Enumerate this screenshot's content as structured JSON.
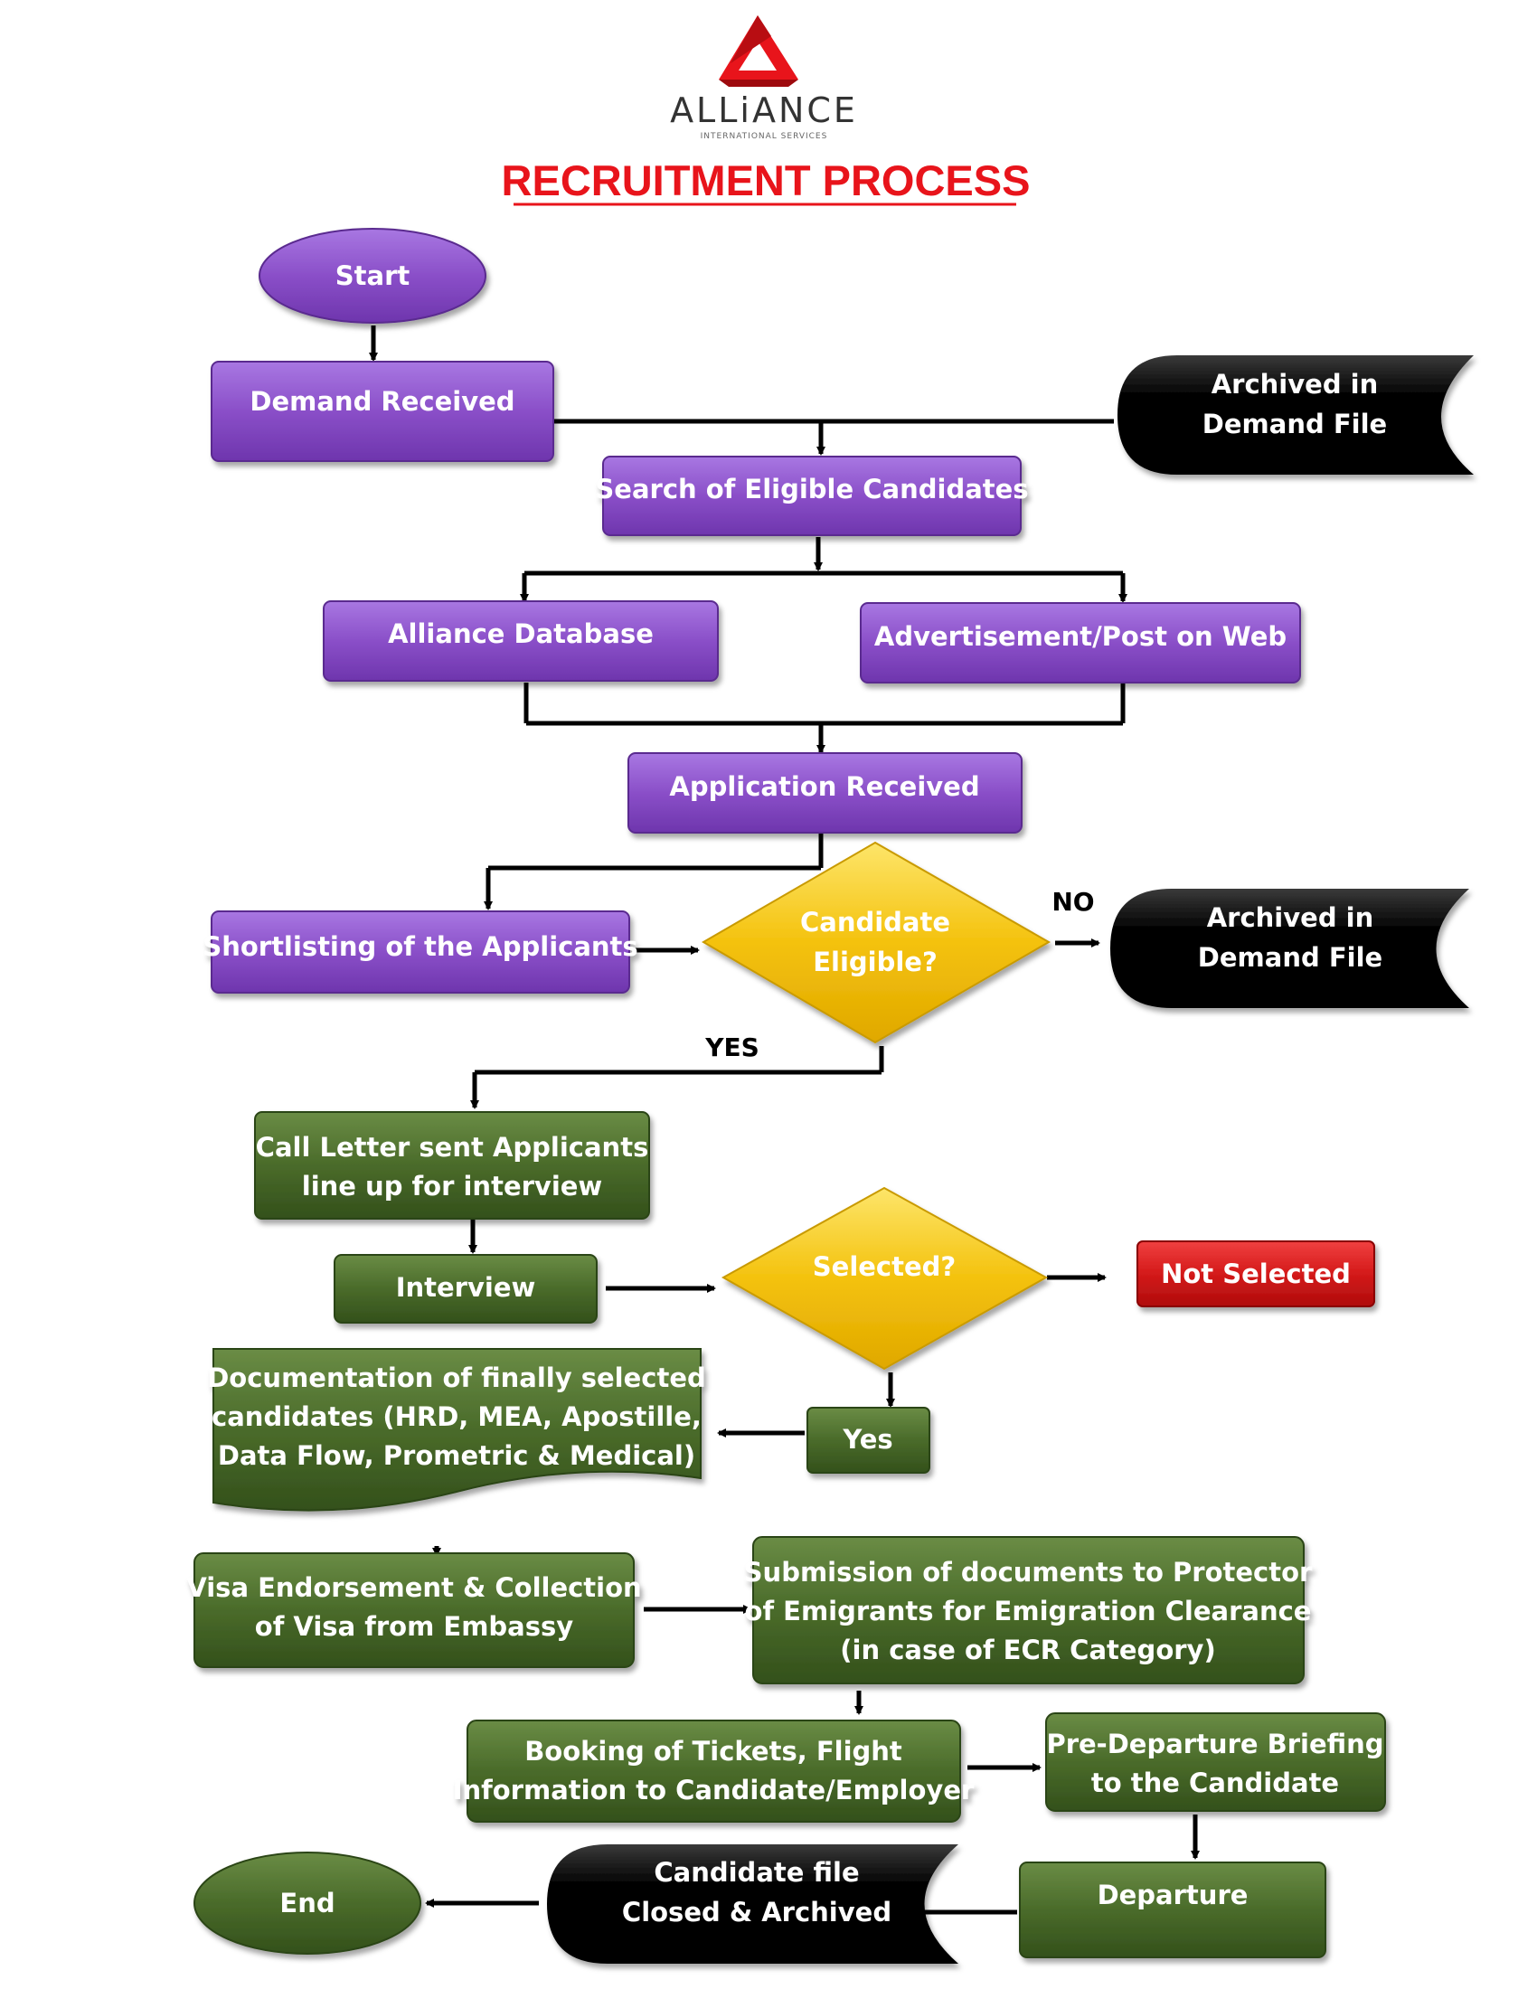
{
  "logo": {
    "name": "ALLiANCE",
    "tagline": "INTERNATIONAL SERVICES"
  },
  "page_title": "RECRUITMENT PROCESS",
  "colors": {
    "title": "#e8141b",
    "purple_node": "#8a4fc8",
    "green_node": "#4a6b2a",
    "black_node": "#000000",
    "decision": "#f4c20d",
    "not_selected": "#d41a1a"
  },
  "nodes": {
    "start": "Start",
    "demand_received": "Demand Received",
    "archived_1": [
      "Archived in",
      "Demand File"
    ],
    "search": "Search of Eligible Candidates",
    "alliance_db": "Alliance Database",
    "advert": "Advertisement/Post on Web",
    "application": "Application Received",
    "shortlisting": "Shortlisting of the Applicants",
    "eligible": [
      "Candidate",
      "Eligible?"
    ],
    "archived_2": [
      "Archived in",
      "Demand File"
    ],
    "call_letter": [
      "Call Letter sent Applicants",
      "line up for interview"
    ],
    "interview": "Interview",
    "selected": "Selected?",
    "not_selected": "Not Selected",
    "yes_box": "Yes",
    "documentation": [
      "Documentation of finally selected",
      "candidates (HRD, MEA, Apostille,",
      "Data Flow, Prometric & Medical)"
    ],
    "visa": [
      "Visa Endorsement & Collection",
      "of Visa from Embassy"
    ],
    "submission": [
      "Submission of documents to Protector",
      "of Emigrants for Emigration Clearance",
      "(in case of ECR Category)"
    ],
    "booking": [
      "Booking of Tickets, Flight",
      "Information to Candidate/Employer"
    ],
    "briefing": [
      "Pre-Departure Briefing",
      "to the Candidate"
    ],
    "departure": "Departure",
    "closed": [
      "Candidate file",
      "Closed & Archived"
    ],
    "end": "End"
  },
  "edge_labels": {
    "no": "NO",
    "yes": "YES"
  }
}
